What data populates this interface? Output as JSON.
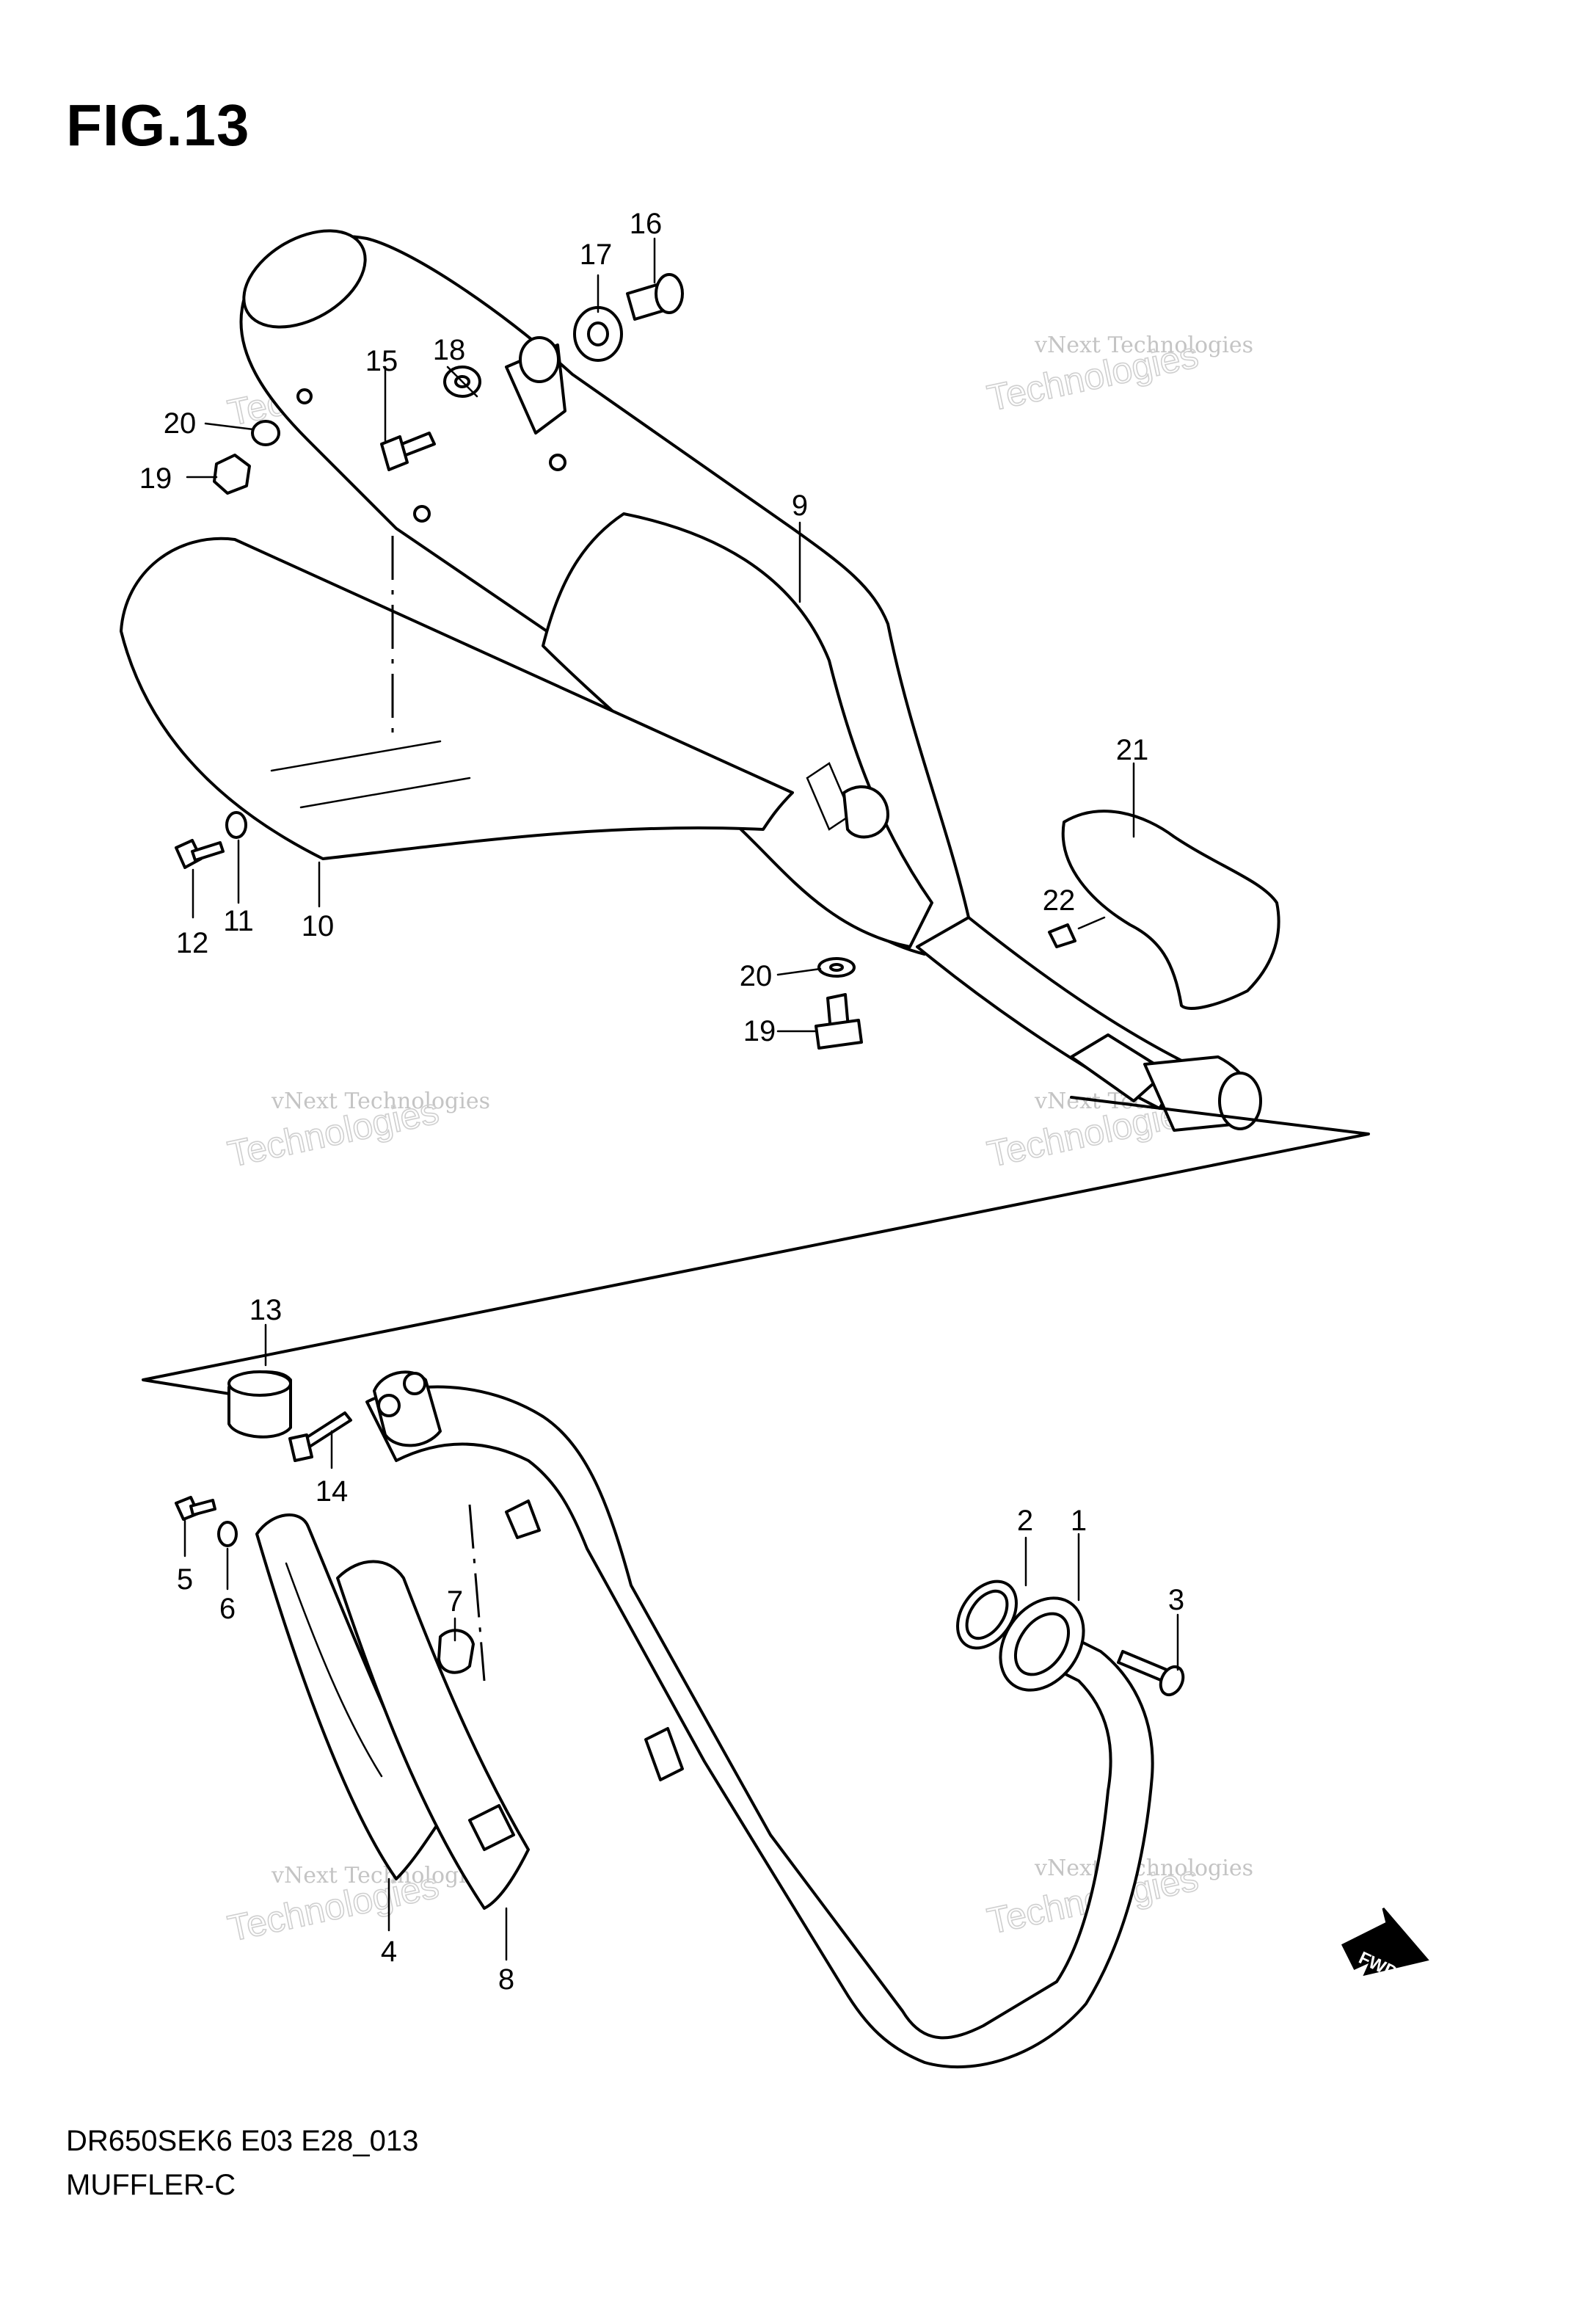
{
  "figure": {
    "title": "FIG.13"
  },
  "footer": {
    "model_code": "DR650SEK6 E03 E28_013",
    "section_name": "MUFFLER-C"
  },
  "watermark": {
    "line1": "vNext Technologies",
    "line2": "Technologies"
  },
  "fwd_label": "FWD",
  "callouts": [
    {
      "id": "c1",
      "label": "1"
    },
    {
      "id": "c2",
      "label": "2"
    },
    {
      "id": "c3",
      "label": "3"
    },
    {
      "id": "c4",
      "label": "4"
    },
    {
      "id": "c5",
      "label": "5"
    },
    {
      "id": "c6",
      "label": "6"
    },
    {
      "id": "c7",
      "label": "7"
    },
    {
      "id": "c8",
      "label": "8"
    },
    {
      "id": "c9",
      "label": "9"
    },
    {
      "id": "c10",
      "label": "10"
    },
    {
      "id": "c11",
      "label": "11"
    },
    {
      "id": "c12",
      "label": "12"
    },
    {
      "id": "c13",
      "label": "13"
    },
    {
      "id": "c14",
      "label": "14"
    },
    {
      "id": "c15",
      "label": "15"
    },
    {
      "id": "c16",
      "label": "16"
    },
    {
      "id": "c17",
      "label": "17"
    },
    {
      "id": "c18",
      "label": "18"
    },
    {
      "id": "c19a",
      "label": "19"
    },
    {
      "id": "c19b",
      "label": "19"
    },
    {
      "id": "c20a",
      "label": "20"
    },
    {
      "id": "c20b",
      "label": "20"
    },
    {
      "id": "c21",
      "label": "21"
    },
    {
      "id": "c22",
      "label": "22"
    }
  ]
}
